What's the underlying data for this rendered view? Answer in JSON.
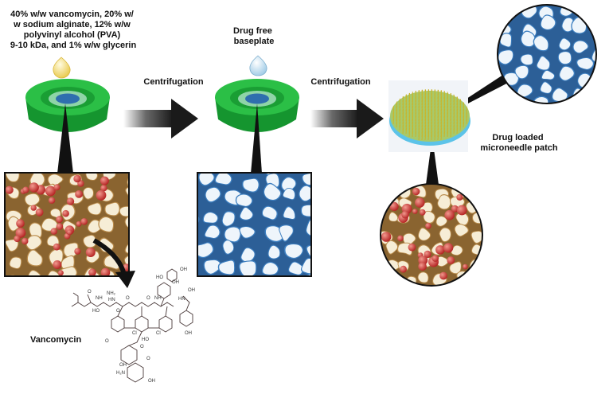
{
  "formulation": {
    "lines": [
      "40% w/w vancomycin, 20% w/",
      "w sodium alginate, 12% w/w",
      "polyvinyl alcohol (PVA)",
      "9-10 kDa, and 1% w/w glycerin"
    ]
  },
  "baseplate": {
    "lines": [
      "Drug free",
      "baseplate"
    ]
  },
  "steps": [
    {
      "label": "Centrifugation"
    },
    {
      "label": "Centrifugation"
    }
  ],
  "patch": {
    "lines": [
      "Drug loaded",
      "microneedle patch"
    ]
  },
  "molecule": {
    "name": "Vancomycin",
    "atoms": [
      "OH",
      "OH",
      "HO",
      "OH",
      "O",
      "HN",
      "O",
      "NH",
      "Cl",
      "Cl",
      "HO",
      "O",
      "HO",
      "O",
      "OH",
      "H₂N",
      "O",
      "OH",
      "NH",
      "O",
      "HN",
      "NH₂",
      "O",
      "OH"
    ]
  },
  "colors": {
    "mold": "#1fa83a",
    "mold_dark": "#127a26",
    "drug_drop": "#f3dc7a",
    "free_drop": "#cfe8f7",
    "arrow": "#1a1a1a",
    "porous_blue": "#2f6fae",
    "porous_brown": "#a37a3f",
    "drug_particle": "#c9302c",
    "patch_base": "#5cc3e8",
    "needles": "#b5a21e"
  }
}
